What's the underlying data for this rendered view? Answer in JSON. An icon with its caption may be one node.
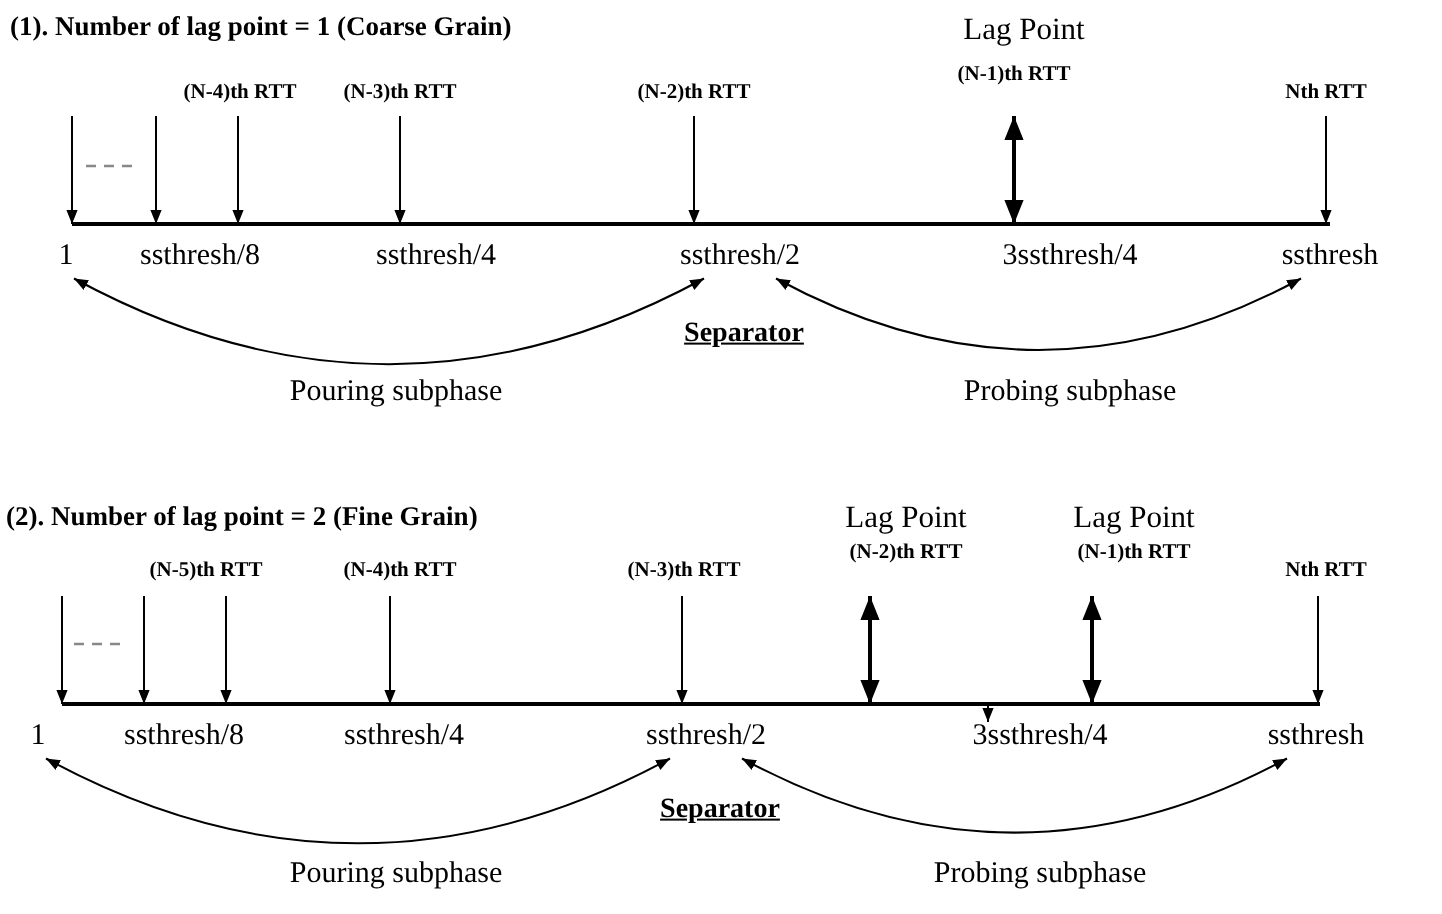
{
  "diagram": {
    "nodes": [
      {
        "text": [
          "1"
        ]
      },
      {
        "text": [
          "ssthresh/2"
        ]
      },
      {
        "text": [
          "ssthresh"
        ]
      },
      {
        "text": [
          "1"
        ]
      },
      {
        "text": [
          "ssthresh/2"
        ]
      },
      {
        "text": [
          "ssthresh"
        ]
      }
    ],
    "edges": [
      {
        "from": 0,
        "to": 1,
        "arrow": "both",
        "label": "Pouring subphase"
      },
      {
        "from": 1,
        "to": 2,
        "arrow": "both",
        "label": "Probing subphase"
      },
      {
        "from": 3,
        "to": 4,
        "arrow": "both",
        "label": "Pouring subphase"
      },
      {
        "from": 4,
        "to": 5,
        "arrow": "both",
        "label": "Probing subphase"
      }
    ],
    "labels": [
      "(1). Number of lag point = 1 (Coarse Grain)",
      "Lag Point",
      "(N-4)th RTT",
      "(N-3)th RTT",
      "(N-2)th RTT",
      "(N-1)th RTT",
      "Nth RTT",
      "ssthresh/8",
      "ssthresh/4",
      "3ssthresh/4",
      "Separator",
      "(2). Number of lag point = 2 (Fine Grain)",
      "Lag Point",
      "Lag Point",
      "(N-5)th RTT",
      "(N-4)th RTT",
      "(N-3)th RTT",
      "(N-2)th RTT",
      "(N-1)th RTT",
      "Nth RTT",
      "ssthresh/8",
      "ssthresh/4",
      "3ssthresh/4",
      "Separator"
    ]
  }
}
